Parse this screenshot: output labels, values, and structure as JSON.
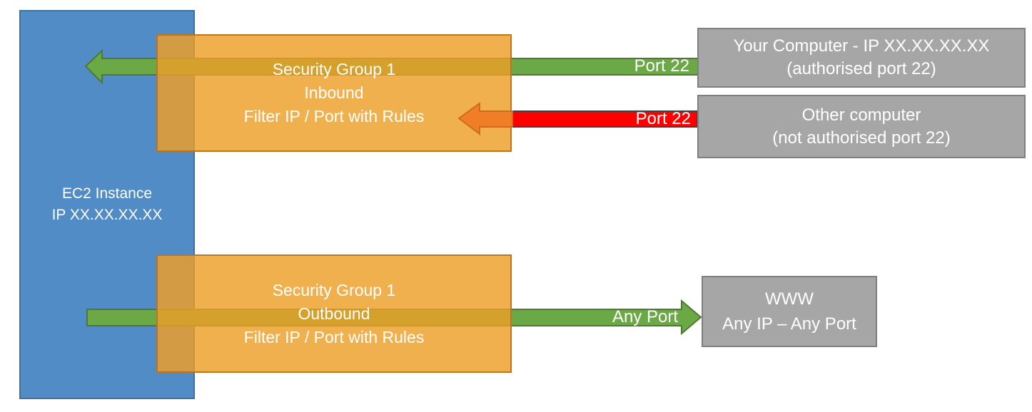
{
  "diagram": {
    "nodes": {
      "ec2": {
        "lines": [
          "EC2 Instance",
          "IP XX.XX.XX.XX"
        ],
        "fill": "#528CC7",
        "border": "#41719C"
      },
      "sg_inbound": {
        "lines": [
          "Security Group 1",
          "Inbound",
          "Filter IP / Port with Rules"
        ],
        "fill": "rgba(238,159,39,0.82)",
        "border": "rgba(183,113,29,0.92)"
      },
      "sg_outbound": {
        "lines": [
          "Security Group 1",
          "Outbound",
          "Filter IP / Port with Rules"
        ],
        "fill": "rgba(238,159,39,0.82)",
        "border": "rgba(183,113,29,0.92)"
      },
      "your_computer": {
        "lines": [
          "Your Computer - IP XX.XX.XX.XX",
          "(authorised port 22)"
        ],
        "fill": "#A6A6A6",
        "border": "#7F7F7F"
      },
      "other_computer": {
        "lines": [
          "Other computer",
          "(not authorised port 22)"
        ],
        "fill": "#A6A6A6",
        "border": "#7F7F7F"
      },
      "www": {
        "lines": [
          "WWW",
          "Any IP – Any Port"
        ],
        "fill": "#A6A6A6",
        "border": "#7F7F7F"
      }
    },
    "arrows": {
      "inbound_allowed": {
        "label": "Port 22",
        "fill": "#6BA846",
        "stroke": "#4E7A2E",
        "direction": "right-to-left",
        "status": "allowed"
      },
      "inbound_blocked": {
        "label": "Port 22",
        "shaft_fill": "#FF0000",
        "shaft_stroke": "#404040",
        "head_fill": "#F07E27",
        "head_stroke": "#CE6A1E",
        "direction": "right-to-left",
        "status": "blocked"
      },
      "outbound": {
        "label": "Any Port",
        "fill": "#6BA846",
        "stroke": "#4E7A2E",
        "direction": "left-to-right",
        "status": "allowed"
      }
    }
  }
}
